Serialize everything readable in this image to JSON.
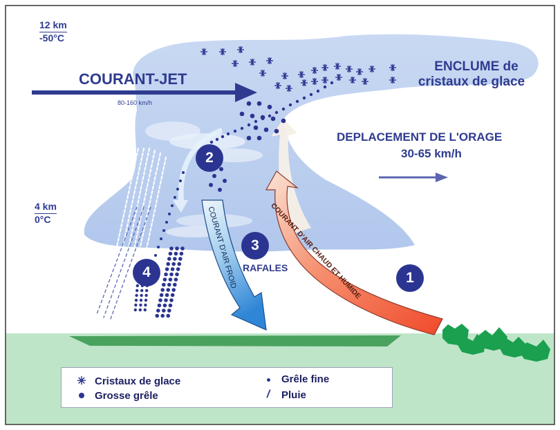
{
  "altitude_high": {
    "km": "12 km",
    "temp": "-50°C"
  },
  "altitude_mid": {
    "km": "4 km",
    "temp": "0°C"
  },
  "jet_stream": {
    "label": "COURANT-JET",
    "speed": "80-160 km/h"
  },
  "anvil": {
    "line1": "ENCLUME de",
    "line2": "cristaux de glace"
  },
  "storm_motion": {
    "label": "DEPLACEMENT DE L'ORAGE",
    "speed": "30-65 km/h"
  },
  "updraft_label": "COURANT D'AIR CHAUD ET HUMIDE",
  "downdraft_label": "COURANT D'AIR FROID",
  "gusts_label": "RAFALES",
  "badges": [
    "1",
    "2",
    "3",
    "4"
  ],
  "legend": {
    "ice_crystals": "Cristaux de glace",
    "large_hail": "Grosse grêle",
    "small_hail": "Grêle fine",
    "rain": "Pluie"
  },
  "colors": {
    "cloud": "#b8cdef",
    "ground": "#bfe5c9",
    "dark_navy": "#2b3591",
    "warm_arrow": "#f06a3a",
    "cold_arrow": "#3c8fdc",
    "vegetation": "#1aa04f"
  }
}
